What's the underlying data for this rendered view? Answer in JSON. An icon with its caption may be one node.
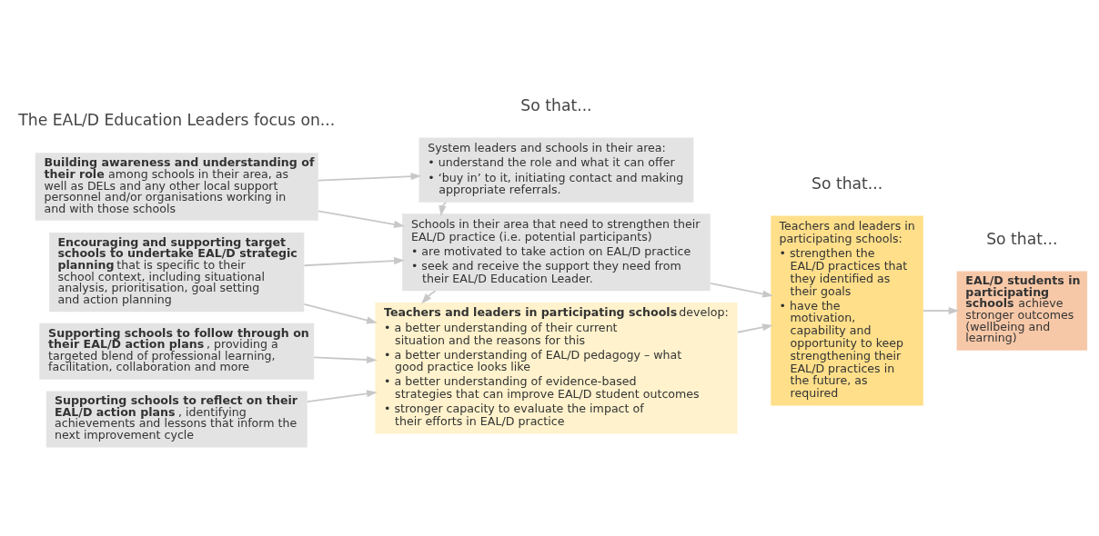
{
  "diagram": {
    "nodes": [
      {
        "text": [
          "**Building awareness and understanding of their role** among schools in their area, as well as DELs and any other local support personnel and/or organisations working in and with those schools"
        ]
      },
      {
        "text": [
          "**Encouraging and supporting target schools to undertake EAL/D strategic planning** that is specific to their school context, including situational analysis, prioritisation, goal setting and action planning"
        ]
      },
      {
        "text": [
          "**Supporting schools to follow through on their EAL/D action plans**, providing a targeted blend of professional learning, facilitation, collaboration and more"
        ]
      },
      {
        "text": [
          "**Supporting schools to reflect on their EAL/D action plans**, identifying achievements and lessons that inform the next improvement cycle"
        ]
      },
      {
        "text": [
          "System leaders and schools in their area:",
          "• understand the role and what it can offer",
          "• ‘buy in’ to it, initiating contact and making appropriate referrals."
        ]
      },
      {
        "text": [
          "Schools in their area that need to strengthen their EAL/D practice (i.e. potential participants)",
          "• are motivated to take action on EAL/D practice",
          "• seek and receive the support they need from their EAL/D Education Leader."
        ]
      },
      {
        "text": [
          "**Teachers and leaders in participating schools** develop:",
          "• a better understanding of their current situation and the reasons for this",
          "• a better understanding of EAL/D pedagogy – what good practice looks like",
          "• a better understanding of evidence-based strategies that can improve EAL/D student outcomes",
          "• stronger capacity to evaluate the impact of their efforts in EAL/D practice"
        ]
      },
      {
        "text": [
          "Teachers and leaders in participating schools:",
          "• strengthen the EAL/D practices that they identified as their goals",
          "• have the motivation, capability and opportunity to keep strengthening their EAL/D practices in the future, as required"
        ]
      },
      {
        "text": [
          "**EAL/D students in participating schools** achieve stronger outcomes (wellbeing and learning)"
        ]
      }
    ],
    "edges": [
      {
        "from": 0,
        "to": 4,
        "arrow": "to"
      },
      {
        "from": 0,
        "to": 5,
        "arrow": "to"
      },
      {
        "from": 1,
        "to": 5,
        "arrow": "to"
      },
      {
        "from": 1,
        "to": 6,
        "arrow": "to"
      },
      {
        "from": 2,
        "to": 6,
        "arrow": "to"
      },
      {
        "from": 3,
        "to": 6,
        "arrow": "to"
      },
      {
        "from": 4,
        "to": 5,
        "arrow": "to"
      },
      {
        "from": 5,
        "to": 6,
        "arrow": "to"
      },
      {
        "from": 5,
        "to": 7,
        "arrow": "to"
      },
      {
        "from": 6,
        "to": 7,
        "arrow": "to"
      },
      {
        "from": 7,
        "to": 8,
        "arrow": "to"
      }
    ],
    "labels": [
      "The EAL/D Education Leaders focus on...",
      "So that...",
      "So that...",
      "So that..."
    ]
  }
}
